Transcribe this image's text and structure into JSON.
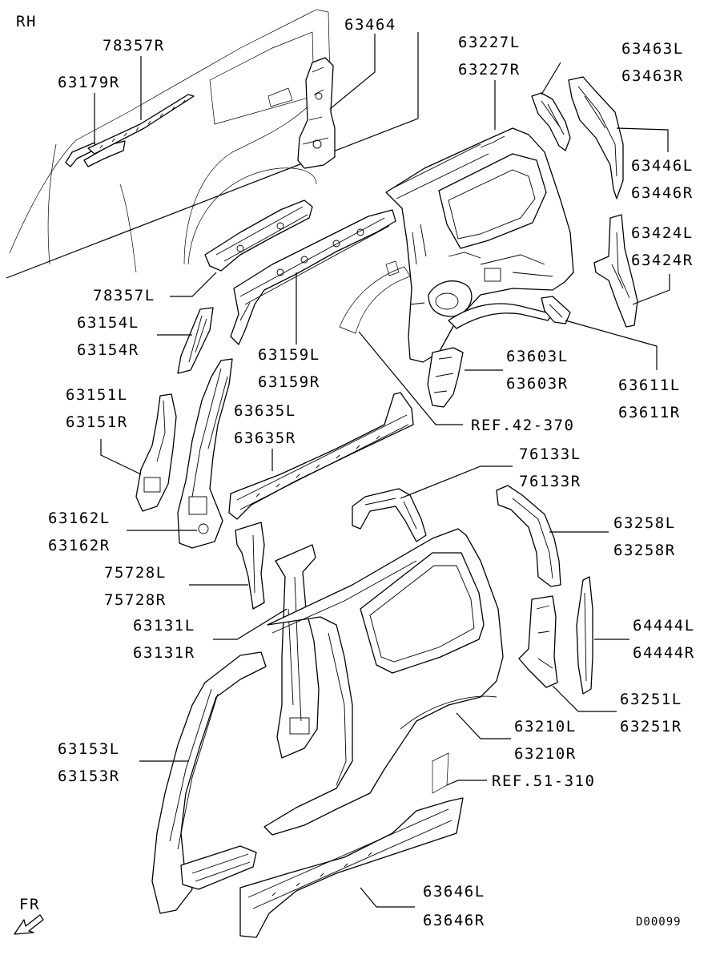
{
  "diagram": {
    "side_label": "RH",
    "direction_label": "FR",
    "code": "D00099",
    "parts": [
      {
        "id": "p63464",
        "codes": [
          "63464"
        ]
      },
      {
        "id": "p78357R",
        "codes": [
          "78357R"
        ]
      },
      {
        "id": "p63179R",
        "codes": [
          "63179R"
        ]
      },
      {
        "id": "p63227",
        "codes": [
          "63227L",
          "63227R"
        ]
      },
      {
        "id": "p63463",
        "codes": [
          "63463L",
          "63463R"
        ]
      },
      {
        "id": "p63446",
        "codes": [
          "63446L",
          "63446R"
        ]
      },
      {
        "id": "p63424",
        "codes": [
          "63424L",
          "63424R"
        ]
      },
      {
        "id": "p78357L",
        "codes": [
          "78357L"
        ]
      },
      {
        "id": "p63154",
        "codes": [
          "63154L",
          "63154R"
        ]
      },
      {
        "id": "p63159",
        "codes": [
          "63159L",
          "63159R"
        ]
      },
      {
        "id": "p63603",
        "codes": [
          "63603L",
          "63603R"
        ]
      },
      {
        "id": "p63611",
        "codes": [
          "63611L",
          "63611R"
        ]
      },
      {
        "id": "p63151",
        "codes": [
          "63151L",
          "63151R"
        ]
      },
      {
        "id": "p63635",
        "codes": [
          "63635L",
          "63635R"
        ]
      },
      {
        "id": "ref42",
        "codes": [
          "REF.42-370"
        ]
      },
      {
        "id": "p76133",
        "codes": [
          "76133L",
          "76133R"
        ]
      },
      {
        "id": "p63162",
        "codes": [
          "63162L",
          "63162R"
        ]
      },
      {
        "id": "p63258",
        "codes": [
          "63258L",
          "63258R"
        ]
      },
      {
        "id": "p75728",
        "codes": [
          "75728L",
          "75728R"
        ]
      },
      {
        "id": "p64444",
        "codes": [
          "64444L",
          "64444R"
        ]
      },
      {
        "id": "p63131",
        "codes": [
          "63131L",
          "63131R"
        ]
      },
      {
        "id": "p63251",
        "codes": [
          "63251L",
          "63251R"
        ]
      },
      {
        "id": "p63210",
        "codes": [
          "63210L",
          "63210R"
        ]
      },
      {
        "id": "p63153",
        "codes": [
          "63153L",
          "63153R"
        ]
      },
      {
        "id": "ref51",
        "codes": [
          "REF.51-310"
        ]
      },
      {
        "id": "p63646",
        "codes": [
          "63646L",
          "63646R"
        ]
      }
    ]
  }
}
